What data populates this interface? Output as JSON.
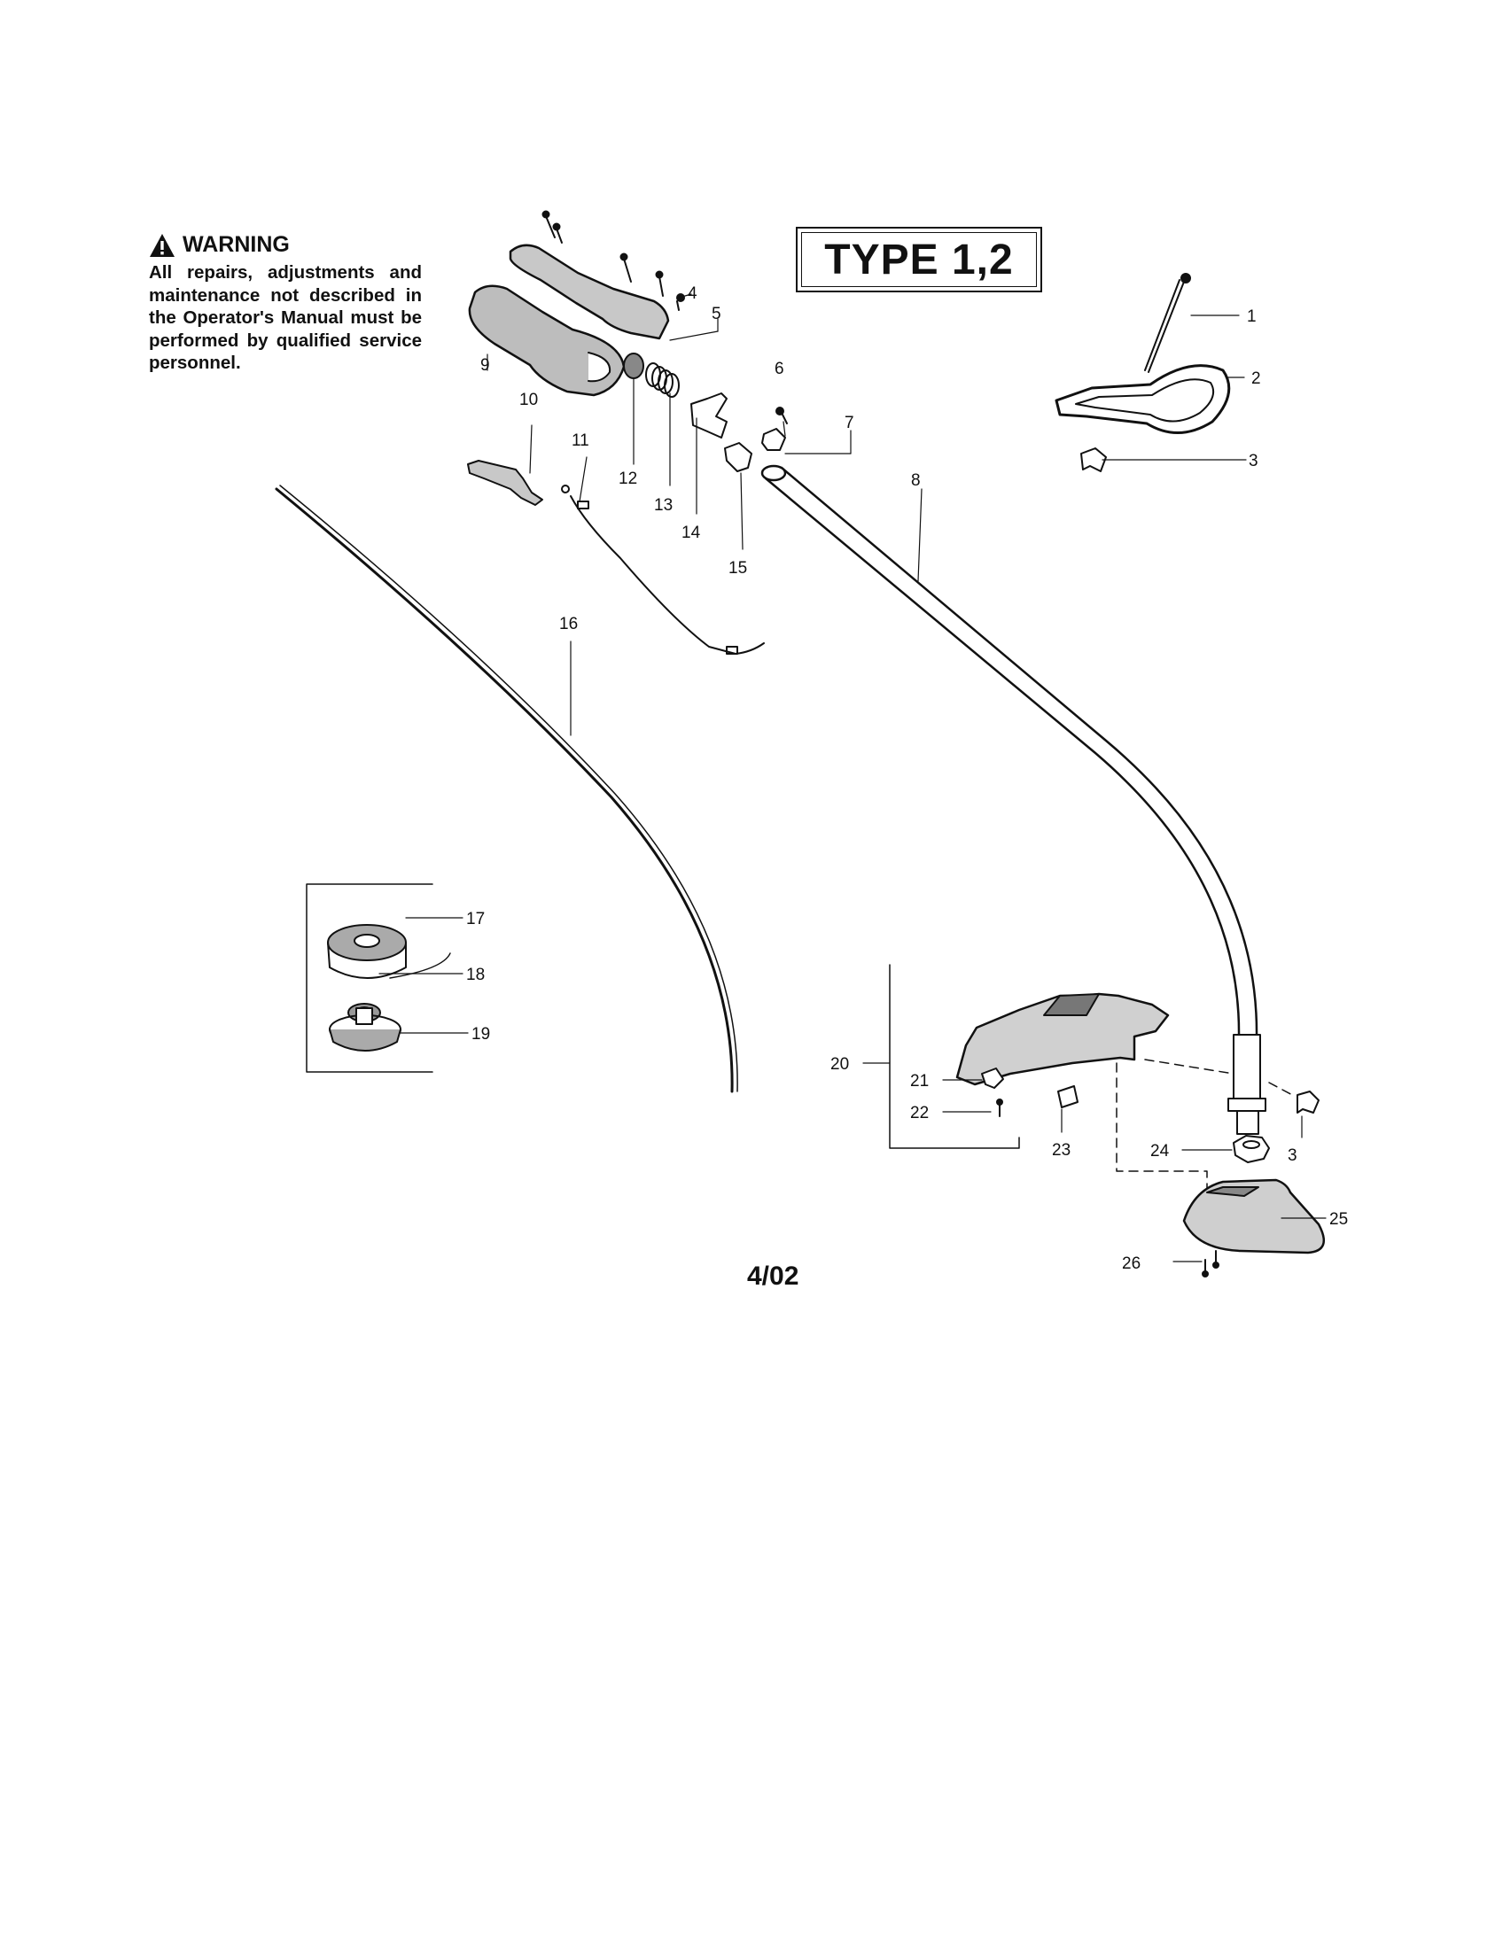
{
  "warning": {
    "title": "WARNING",
    "text": "All repairs, adjustments and maintenance not described in the Operator's Manual must be performed by qualified service personnel."
  },
  "type_label": "TYPE 1,2",
  "date_code": "4/02",
  "callouts": [
    "1",
    "2",
    "3",
    "3",
    "4",
    "5",
    "6",
    "7",
    "8",
    "9",
    "10",
    "11",
    "12",
    "13",
    "14",
    "15",
    "16",
    "17",
    "18",
    "19",
    "20",
    "21",
    "22",
    "23",
    "24",
    "25",
    "26"
  ],
  "icons": [
    "warning-triangle-icon"
  ]
}
